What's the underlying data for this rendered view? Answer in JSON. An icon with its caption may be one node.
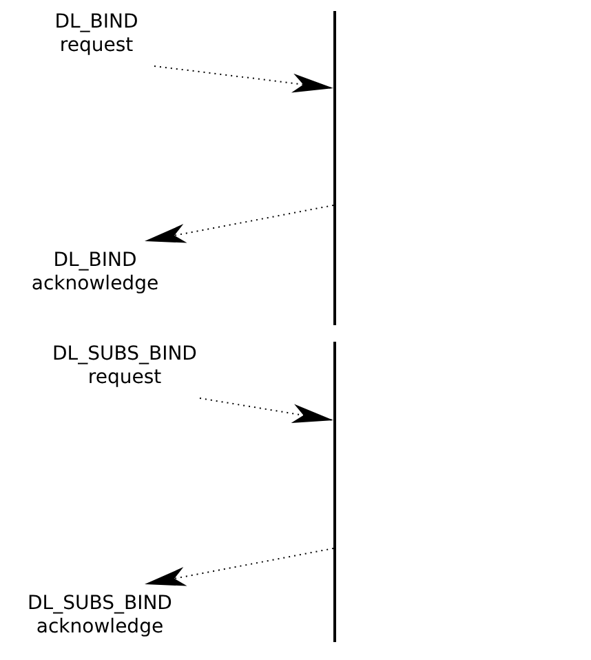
{
  "diagram": {
    "nodes": [
      {
        "text": [
          "DL_BIND request"
        ]
      },
      {
        "text": [],
        "shape": "bar"
      },
      {
        "text": [
          "DL_BIND acknowledge"
        ]
      },
      {
        "text": [
          "DL_SUBS_BIND request"
        ]
      },
      {
        "text": [],
        "shape": "bar"
      },
      {
        "text": [
          "DL_SUBS_BIND acknowledge"
        ]
      }
    ],
    "edges": [
      {
        "from": 0,
        "to": 1,
        "arrow": "to",
        "style": "dashed"
      },
      {
        "from": 1,
        "to": 2,
        "arrow": "to",
        "style": "dashed"
      },
      {
        "from": 3,
        "to": 4,
        "arrow": "to",
        "style": "dashed"
      },
      {
        "from": 4,
        "to": 5,
        "arrow": "to",
        "style": "dashed"
      }
    ]
  }
}
